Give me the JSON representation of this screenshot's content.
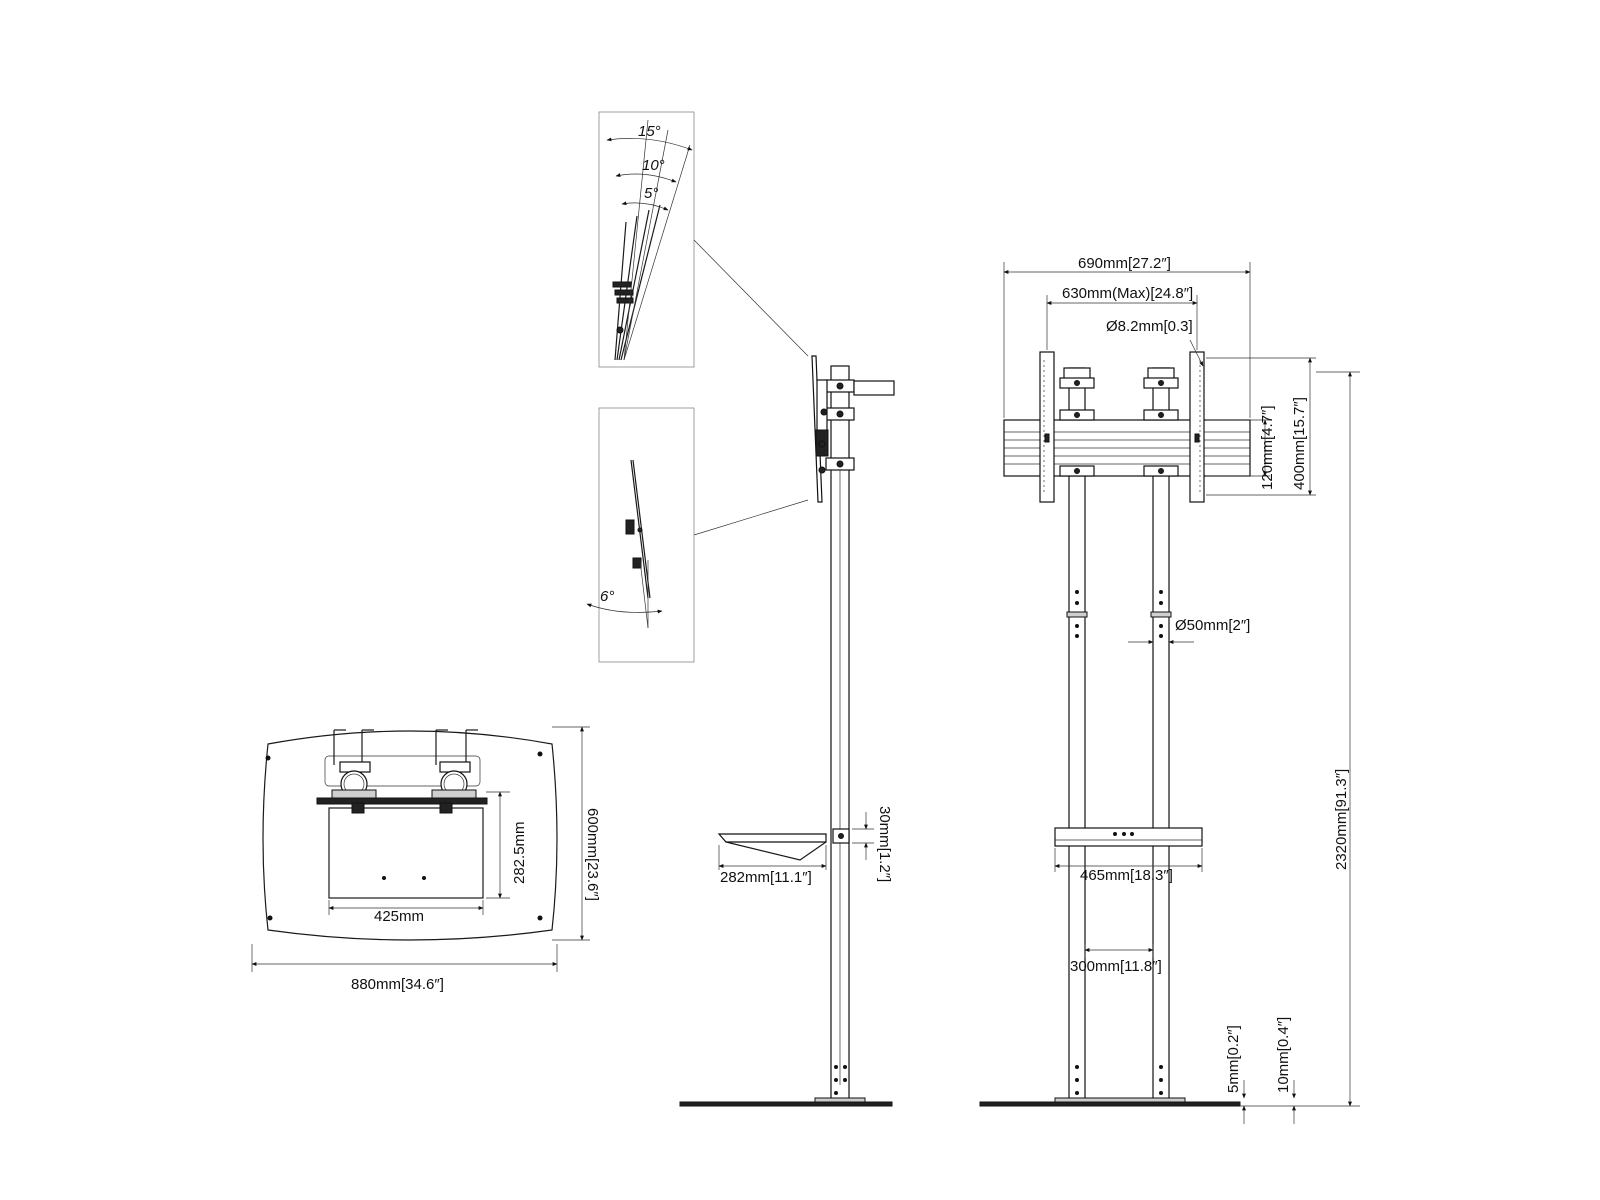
{
  "tilt_detail": {
    "angle_15": "15°",
    "angle_10": "10°",
    "angle_5": "5°",
    "angle_6": "6°"
  },
  "front_view": {
    "width_outer": "690mm[27.2″]",
    "width_max": "630mm(Max)[24.8″]",
    "hole_dia": "Ø8.2mm[0.3]",
    "vert_120": "120mm[4.7″]",
    "vert_400": "400mm[15.7″]",
    "pole_dia": "Ø50mm[2″]",
    "shelf_width": "465mm[18.3″]",
    "pole_spacing": "300mm[11.8″]",
    "height_total": "2320mm[91.3″]",
    "base_5": "5mm[0.2″]",
    "base_10": "10mm[0.4″]"
  },
  "side_view": {
    "shelf_depth": "282mm[11.1″]",
    "shelf_thickness": "30mm[1.2″]"
  },
  "top_view": {
    "depth_600": "600mm[23.6″]",
    "depth_282": "282.5mm",
    "width_425": "425mm",
    "width_880": "880mm[34.6″]"
  }
}
